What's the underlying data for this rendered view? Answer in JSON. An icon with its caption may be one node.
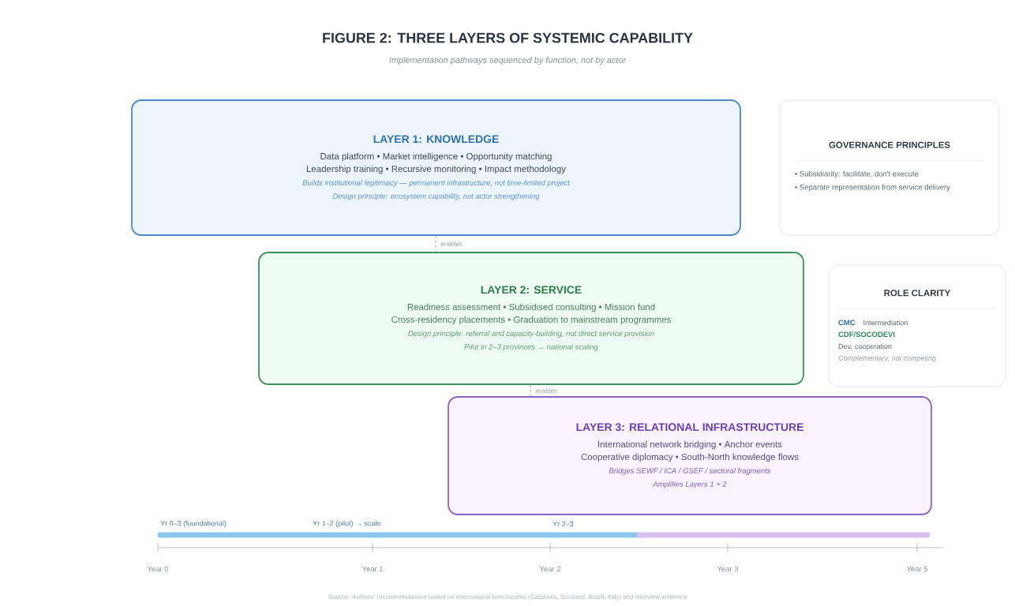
{
  "diagram": {
    "title": "FIGURE 2: THREE LAYERS OF SYSTEMIC CAPABILITY",
    "caption": "Source: Authors' recommendations based on international benchmarks (Catalonia, Scotland, Brazil, Italy) and interview evidence",
    "nodes": [
      {
        "text": [
          "LAYER 1: KNOWLEDGE",
          "Data platform • Market intelligence • Opportunity matching",
          "Leadership training • Recursive monitoring • Impact methodology",
          "Builds institutional legitimacy — permanent infrastructure, not time-limited project",
          "Design principle: ecosystem capability, not actor strengthening"
        ]
      },
      {
        "text": [
          "LAYER 2: SERVICE",
          "Readiness assessment • Subsidised consulting • Mission fund",
          "Cross-residency placements • Graduation to mainstream programmes",
          "Design principle: referral and capacity-building, not direct service provision",
          "Pilot in 2–3 provinces → national scaling"
        ]
      },
      {
        "text": [
          "LAYER 3: RELATIONAL INFRASTRUCTURE",
          "International network bridging • Anchor events",
          "Cooperative diplomacy • South-North knowledge flows",
          "Bridges SEWF / ICA / GSEF / sectoral fragments",
          "Amplifies Layers 1 + 2"
        ]
      },
      {
        "text": [
          "GOVERNANCE PRINCIPLES",
          "• Subsidiarity: facilitate, don't execute",
          "• Separate representation from service delivery"
        ]
      },
      {
        "text": [
          "ROLE CLARITY",
          "CMC",
          "Intermediation",
          "CDF/SOCODEVI",
          "Dev. cooperation",
          "Complementary, not competing"
        ]
      }
    ],
    "edges": [
      {
        "from": 0,
        "to": 1,
        "arrow": "none",
        "style": "dashed",
        "label": "enables"
      },
      {
        "from": 1,
        "to": 2,
        "arrow": "none",
        "style": "dashed",
        "label": "enables"
      }
    ],
    "labels": [
      "Implementation pathways sequenced by function, not by actor",
      "Yr 0–3 (foundational)",
      "Yr 1–2 (pilot) → scale",
      "Yr 2–3",
      "Year 0",
      "Year 1",
      "Year 2",
      "Year 3",
      "Year 5"
    ]
  }
}
